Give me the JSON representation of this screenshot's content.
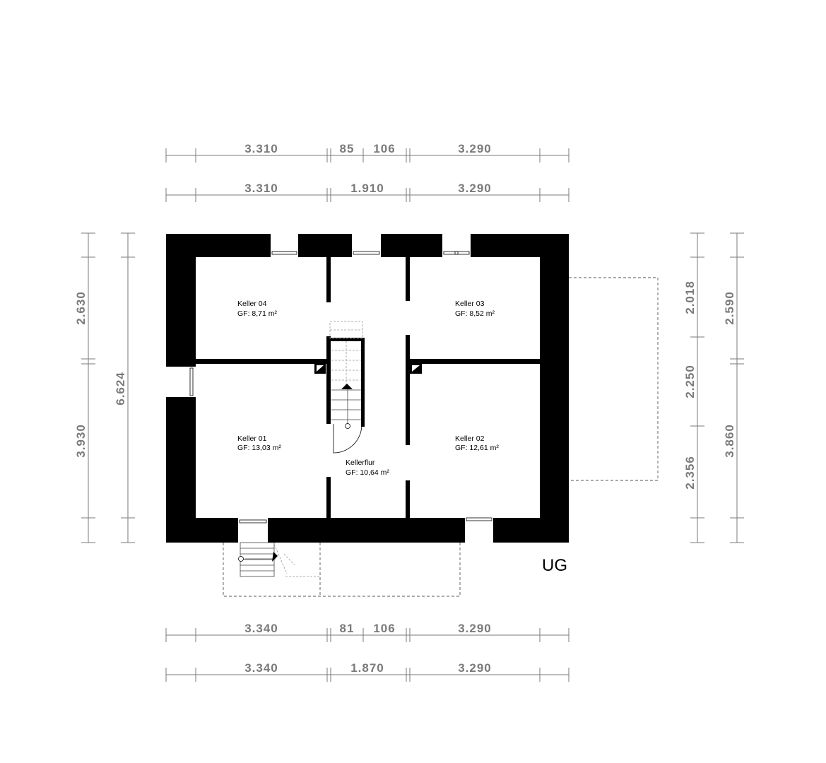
{
  "drawing": {
    "level_label": "UG"
  },
  "rooms": [
    {
      "id": "keller-04",
      "name": "Keller 04",
      "area": "GF: 8,71 m²"
    },
    {
      "id": "keller-03",
      "name": "Keller 03",
      "area": "GF: 8,52 m²"
    },
    {
      "id": "keller-01",
      "name": "Keller 01",
      "area": "GF: 13,03 m²"
    },
    {
      "id": "keller-02",
      "name": "Keller 02",
      "area": "GF: 12,61 m²"
    },
    {
      "id": "kellerflur",
      "name": "Kellerflur",
      "area": "GF: 10,64 m²"
    }
  ],
  "dimensions": {
    "top_row_1": [
      "3.310",
      "85",
      "106",
      "3.290"
    ],
    "top_row_2": [
      "3.310",
      "1.910",
      "3.290"
    ],
    "bottom_row_1": [
      "3.340",
      "81",
      "106",
      "3.290"
    ],
    "bottom_row_2": [
      "3.340",
      "1.870",
      "3.290"
    ],
    "left_inner": [
      "2.630",
      "3.930"
    ],
    "left_outer": [
      "6.624"
    ],
    "right_inner": [
      "2.018",
      "2.250",
      "2.356"
    ],
    "right_outer": [
      "2.590",
      "3.860"
    ]
  }
}
